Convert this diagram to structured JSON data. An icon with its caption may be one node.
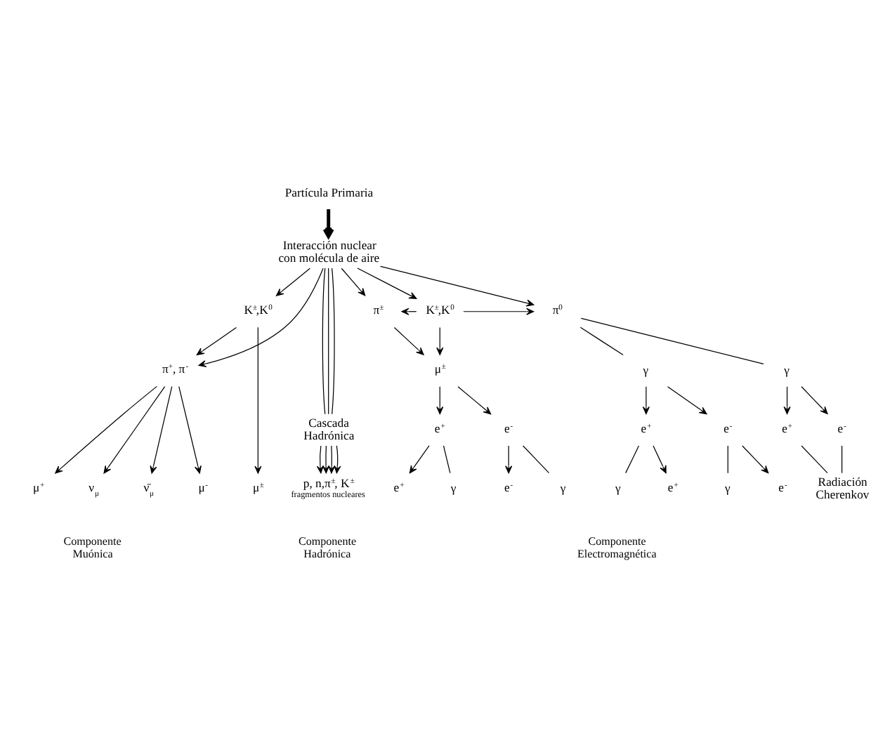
{
  "diagram": {
    "nodes": [
      {
        "text": [
          "Partícula Primaria"
        ]
      },
      {
        "text": [
          "Interacción nuclear con molécula de aire"
        ]
      },
      {
        "text": [
          "K$^{±}$,K$^{0}$"
        ]
      },
      {
        "text": [
          "π$^{+}$, π$^{-}$"
        ]
      },
      {
        "text": [
          "Cascada Hadrónica"
        ]
      },
      {
        "text": [
          "π$^{±}$"
        ]
      },
      {
        "text": [
          "K$^{±}$,K$^{0}$"
        ]
      },
      {
        "text": [
          "π$^{0}$"
        ]
      },
      {
        "text": [
          "μ$^{±}$"
        ]
      },
      {
        "text": [
          "γ"
        ]
      },
      {
        "text": [
          "γ"
        ]
      },
      {
        "text": [
          "e$^{+}$"
        ]
      },
      {
        "text": [
          "e$^{-}$"
        ]
      },
      {
        "text": [
          "e$^{+}$"
        ]
      },
      {
        "text": [
          "e$^{-}$"
        ]
      },
      {
        "text": [
          "e$^{+}$"
        ]
      },
      {
        "text": [
          "e$^{-}$"
        ]
      },
      {
        "text": [
          "Radiación Cherenkov"
        ]
      },
      {
        "text": [
          "μ$^{±}$"
        ]
      },
      {
        "text": [
          "μ$^{+}$"
        ]
      },
      {
        "text": [
          "ν$_{μ}$"
        ]
      },
      {
        "text": [
          "ν̄$_{μ}$"
        ]
      },
      {
        "text": [
          "μ$^{-}$"
        ]
      },
      {
        "text": [
          "p, n,π$^{±}$, K$^{±}$"
        ],
        "beside": [
          "fragmentos nucleares"
        ]
      },
      {
        "text": [
          "e$^{+}$"
        ]
      },
      {
        "text": [
          "γ"
        ]
      },
      {
        "text": [
          "e$^{-}$"
        ]
      },
      {
        "text": [
          "γ"
        ]
      },
      {
        "text": [
          "γ"
        ]
      },
      {
        "text": [
          "e$^{+}$"
        ]
      },
      {
        "text": [
          "γ"
        ]
      },
      {
        "text": [
          "e$^{-}$"
        ]
      }
    ],
    "edges": [
      {
        "from": 0,
        "to": 1,
        "arrow": "to",
        "style": "thick"
      },
      {
        "from": 1,
        "to": 2,
        "arrow": "to"
      },
      {
        "from": 1,
        "to": 3,
        "arrow": "to"
      },
      {
        "from": 1,
        "to": 4,
        "arrow": "none"
      },
      {
        "from": 1,
        "to": 4,
        "arrow": "none"
      },
      {
        "from": 1,
        "to": 4,
        "arrow": "none"
      },
      {
        "from": 1,
        "to": 5,
        "arrow": "to"
      },
      {
        "from": 1,
        "to": 6,
        "arrow": "to"
      },
      {
        "from": 1,
        "to": 7,
        "arrow": "to"
      },
      {
        "from": 2,
        "to": 3,
        "arrow": "to"
      },
      {
        "from": 6,
        "to": 5,
        "arrow": "to"
      },
      {
        "from": 6,
        "to": 7,
        "arrow": "to"
      },
      {
        "from": 5,
        "to": 8,
        "arrow": "to"
      },
      {
        "from": 6,
        "to": 8,
        "arrow": "to"
      },
      {
        "from": 7,
        "to": 9,
        "arrow": "none"
      },
      {
        "from": 7,
        "to": 10,
        "arrow": "none"
      },
      {
        "from": 8,
        "to": 11,
        "arrow": "to"
      },
      {
        "from": 8,
        "to": 12,
        "arrow": "to"
      },
      {
        "from": 9,
        "to": 13,
        "arrow": "to"
      },
      {
        "from": 9,
        "to": 14,
        "arrow": "to"
      },
      {
        "from": 10,
        "to": 15,
        "arrow": "to"
      },
      {
        "from": 10,
        "to": 16,
        "arrow": "to"
      },
      {
        "from": 15,
        "to": 17,
        "arrow": "none"
      },
      {
        "from": 16,
        "to": 17,
        "arrow": "none"
      },
      {
        "from": 2,
        "to": 18,
        "arrow": "to"
      },
      {
        "from": 3,
        "to": 19,
        "arrow": "to"
      },
      {
        "from": 3,
        "to": 20,
        "arrow": "to"
      },
      {
        "from": 3,
        "to": 21,
        "arrow": "to"
      },
      {
        "from": 3,
        "to": 22,
        "arrow": "to"
      },
      {
        "from": 4,
        "to": 23,
        "arrow": "to"
      },
      {
        "from": 4,
        "to": 23,
        "arrow": "to"
      },
      {
        "from": 4,
        "to": 23,
        "arrow": "to"
      },
      {
        "from": 4,
        "to": 23,
        "arrow": "to"
      },
      {
        "from": 11,
        "to": 24,
        "arrow": "to"
      },
      {
        "from": 11,
        "to": 25,
        "arrow": "none"
      },
      {
        "from": 12,
        "to": 26,
        "arrow": "to"
      },
      {
        "from": 12,
        "to": 27,
        "arrow": "none"
      },
      {
        "from": 13,
        "to": 28,
        "arrow": "none"
      },
      {
        "from": 13,
        "to": 29,
        "arrow": "to"
      },
      {
        "from": 14,
        "to": 30,
        "arrow": "none"
      },
      {
        "from": 14,
        "to": 31,
        "arrow": "to"
      }
    ],
    "labels": [
      "Componente Muónica",
      "Componente Hadrónica",
      "Componente Electromagnética"
    ]
  }
}
